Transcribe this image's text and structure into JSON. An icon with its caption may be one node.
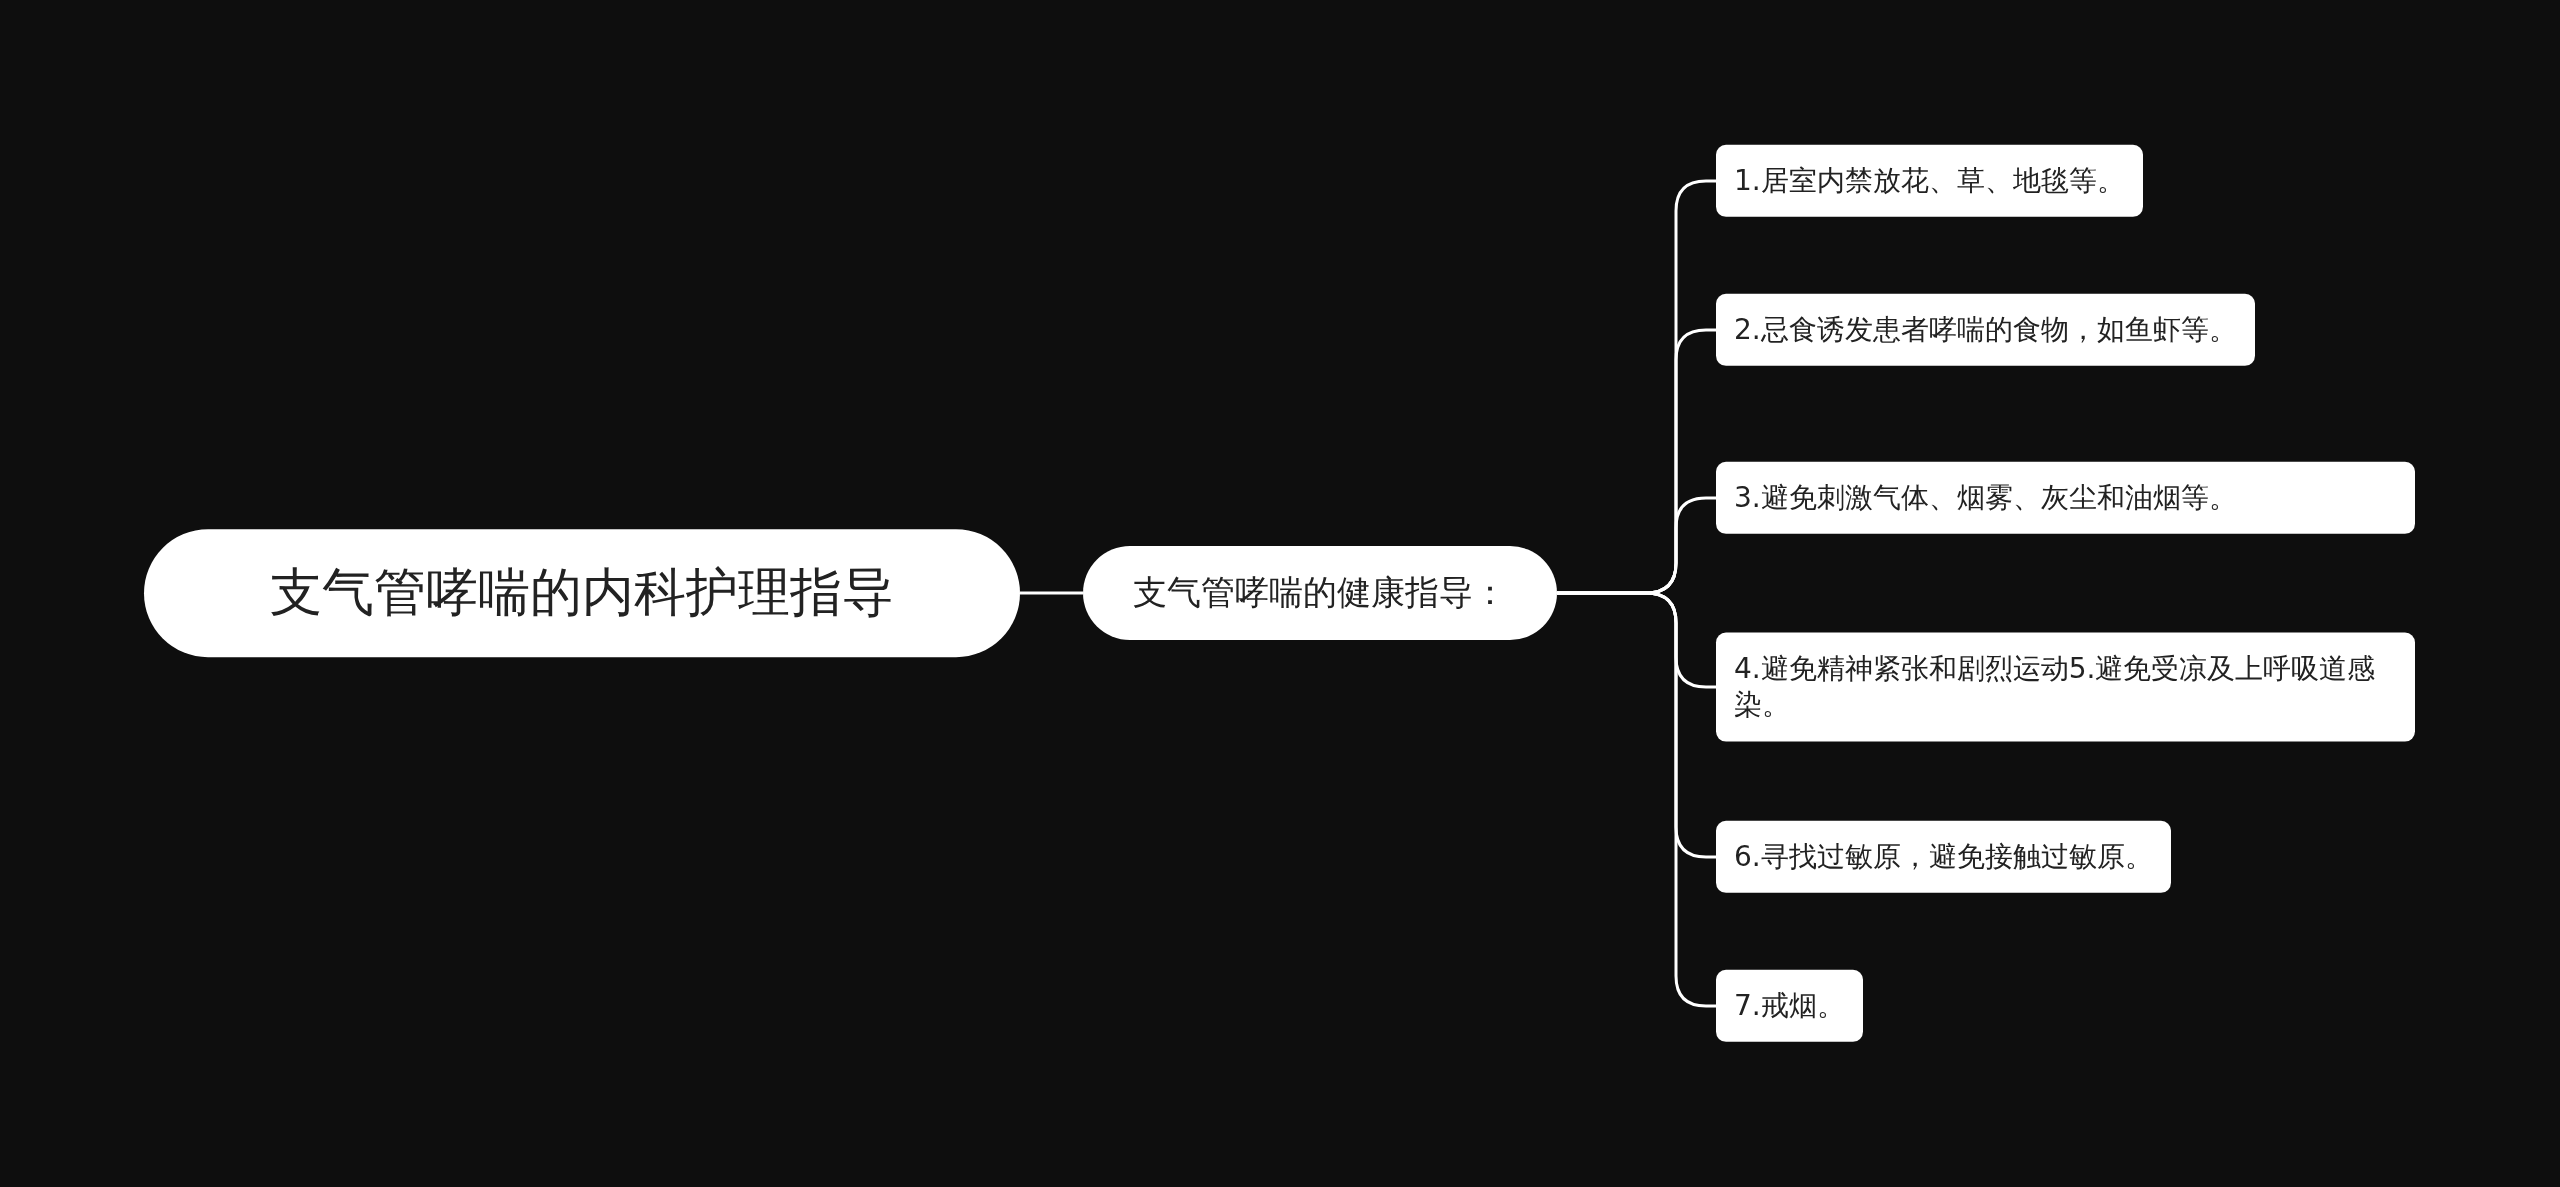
{
  "diagram": {
    "nodes": [
      {
        "text": [
          "支气管哮喘的内科护理指导"
        ]
      },
      {
        "text": [
          "支气管哮喘的健康指导："
        ]
      },
      {
        "text": [
          "1.居室内禁放花、草、地毯等。"
        ]
      },
      {
        "text": [
          "2.忌食诱发患者哮喘的食物，如鱼虾等。"
        ]
      },
      {
        "text": [
          "3.避免刺激气体、烟雾、灰尘和油烟等。"
        ]
      },
      {
        "text": [
          "4.避免精神紧张和剧烈运动5.避免受凉及上呼吸道感染。"
        ]
      },
      {
        "text": [
          "6.寻找过敏原，避免接触过敏原。"
        ]
      },
      {
        "text": [
          "7.戒烟。"
        ]
      }
    ],
    "edges": [
      {
        "from": 0,
        "to": 1,
        "arrow": "none"
      },
      {
        "from": 1,
        "to": 2,
        "arrow": "none"
      },
      {
        "from": 1,
        "to": 3,
        "arrow": "none"
      },
      {
        "from": 1,
        "to": 4,
        "arrow": "none"
      },
      {
        "from": 1,
        "to": 5,
        "arrow": "none"
      },
      {
        "from": 1,
        "to": 6,
        "arrow": "none"
      },
      {
        "from": 1,
        "to": 7,
        "arrow": "none"
      }
    ]
  }
}
